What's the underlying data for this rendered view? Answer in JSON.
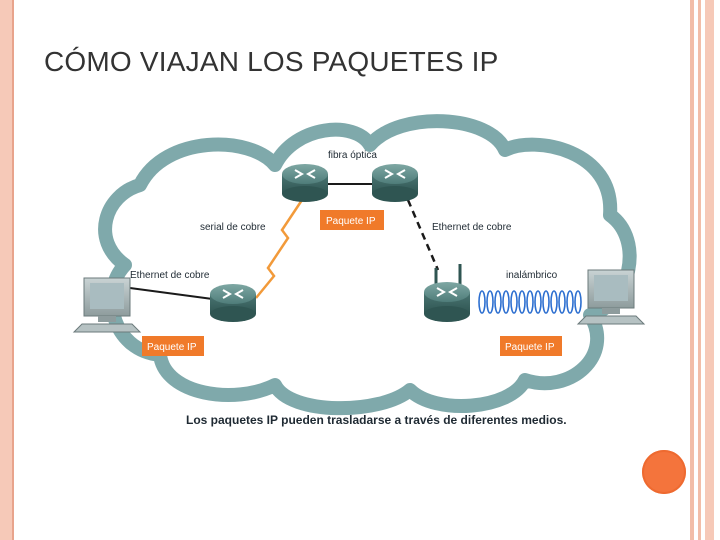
{
  "slide": {
    "title": "CÓMO VIAJAN LOS PAQUETES IP"
  },
  "diagram": {
    "labels": {
      "fiber": "fibra óptica",
      "serial": "serial de cobre",
      "ethernet_left": "Ethernet de cobre",
      "ethernet_right": "Ethernet de cobre",
      "wireless": "inalámbrico"
    },
    "tags": {
      "top": "Paquete IP",
      "left": "Paquete IP",
      "right": "Paquete IP"
    },
    "caption": "Los paquetes IP pueden trasladarse a través de diferentes medios."
  },
  "colors": {
    "cloud": "#7fa9ab",
    "router": "#4f7d7a",
    "tag": "#f07a2a",
    "serial_link": "#f29a3a",
    "wireless": "#2d6fd0",
    "frame": "#f6c9b8",
    "accent_dot": "#f4743c"
  }
}
